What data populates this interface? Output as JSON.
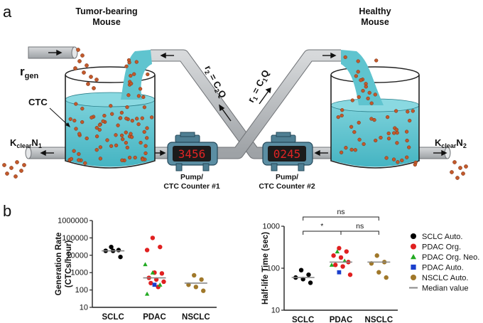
{
  "panel_a": {
    "panel_letter": "a",
    "tumor_mouse_title": [
      "Tumor-bearing",
      "Mouse"
    ],
    "healthy_mouse_title": [
      "Healthy",
      "Mouse"
    ],
    "r_gen": {
      "main": "r",
      "sub": "gen"
    },
    "ctc_label": "CTC",
    "kclear_left": {
      "k": "K",
      "ksub": "clear",
      "n": "N",
      "nsub": "1"
    },
    "kclear_right": {
      "k": "K",
      "ksub": "clear",
      "n": "N",
      "nsub": "2"
    },
    "r2": {
      "r": "r",
      "rsub": "2",
      "eq": " = C",
      "csub": "2",
      "q": "Q"
    },
    "r1": {
      "r": "r",
      "rsub": "1",
      "eq": " = C",
      "csub": "1",
      "q": "Q"
    },
    "pump1": {
      "display": "3456",
      "label": [
        "Pump/",
        "CTC Counter #1"
      ]
    },
    "pump2": {
      "display": "0245",
      "label": [
        "Pump/",
        "CTC Counter #2"
      ]
    },
    "colors": {
      "water": "#5fc4cf",
      "pipe": "#b9bcbf",
      "pump": "#4f7f93",
      "cell": "#c2592b",
      "display": "#d62020"
    }
  },
  "panel_b": {
    "panel_letter": "b",
    "chart_data": [
      {
        "type": "scatter",
        "ylabel": "Generation Rate (CTCs/hour)",
        "ylabel_lines": [
          "Generation Rate",
          "(CTCs/hour)"
        ],
        "yscale": "log",
        "ylim": [
          10,
          1000000
        ],
        "ytick_labels": [
          "10",
          "100",
          "1000",
          "10000",
          "100000",
          "1000000"
        ],
        "categories": [
          "SCLC",
          "PDAC",
          "NSCLC"
        ],
        "series": [
          {
            "name": "SCLC Auto.",
            "category": "SCLC",
            "color": "#000000",
            "marker": "circle",
            "values": [
              30000,
              20000,
              18000,
              18000,
              8000
            ]
          },
          {
            "name": "PDAC Org.",
            "category": "PDAC",
            "color": "#e02020",
            "marker": "circle",
            "values": [
              100000,
              30000,
              20000,
              1000,
              900,
              500,
              400,
              300,
              250,
              150
            ]
          },
          {
            "name": "PDAC Org. Neo.",
            "category": "PDAC",
            "color": "#22aa22",
            "marker": "triangle",
            "values": [
              3000,
              1000,
              200,
              60
            ]
          },
          {
            "name": "PDAC Auto.",
            "category": "PDAC",
            "color": "#1a3fcc",
            "marker": "square",
            "values": [
              200
            ]
          },
          {
            "name": "NSCLC Auto.",
            "category": "NSCLC",
            "color": "#a0782a",
            "marker": "circle",
            "values": [
              700,
              400,
              200,
              150,
              90
            ]
          }
        ],
        "medians": {
          "SCLC": 18000,
          "PDAC": 500,
          "NSCLC": 250
        }
      },
      {
        "type": "scatter",
        "ylabel": "Half-life Time (sec)",
        "yscale": "log",
        "ylim": [
          10,
          1000
        ],
        "ytick_labels": [
          "10",
          "100",
          "1000"
        ],
        "categories": [
          "SCLC",
          "PDAC",
          "NSCLC"
        ],
        "series": [
          {
            "name": "SCLC Auto.",
            "category": "SCLC",
            "color": "#000000",
            "marker": "circle",
            "values": [
              90,
              70,
              60,
              55,
              45
            ]
          },
          {
            "name": "PDAC Org.",
            "category": "PDAC",
            "color": "#e02020",
            "marker": "circle",
            "values": [
              300,
              250,
              200,
              180,
              140,
              120,
              110,
              70
            ]
          },
          {
            "name": "PDAC Org. Neo.",
            "category": "PDAC",
            "color": "#22aa22",
            "marker": "triangle",
            "values": [
              250,
              150,
              120
            ]
          },
          {
            "name": "PDAC Auto.",
            "category": "PDAC",
            "color": "#1a3fcc",
            "marker": "square",
            "values": [
              80
            ]
          },
          {
            "name": "NSCLC Auto.",
            "category": "NSCLC",
            "color": "#a0782a",
            "marker": "circle",
            "values": [
              200,
              140,
              130,
              80,
              60
            ]
          }
        ],
        "medians": {
          "SCLC": 60,
          "PDAC": 140,
          "NSCLC": 140
        },
        "annotations": [
          {
            "pair": [
              "SCLC",
              "NSCLC"
            ],
            "text": "ns"
          },
          {
            "pair": [
              "SCLC",
              "PDAC"
            ],
            "text": "*"
          },
          {
            "pair": [
              "PDAC",
              "NSCLC"
            ],
            "text": "ns"
          }
        ]
      }
    ],
    "legend": [
      {
        "label": "SCLC Auto.",
        "color": "#000000",
        "marker": "circle"
      },
      {
        "label": "PDAC Org.",
        "color": "#e02020",
        "marker": "circle"
      },
      {
        "label": "PDAC Org. Neo.",
        "color": "#22aa22",
        "marker": "triangle"
      },
      {
        "label": "PDAC Auto.",
        "color": "#1a3fcc",
        "marker": "square"
      },
      {
        "label": "NSCLC Auto.",
        "color": "#a0782a",
        "marker": "circle"
      },
      {
        "label": "Median value",
        "color": "#888888",
        "marker": "line"
      }
    ]
  }
}
